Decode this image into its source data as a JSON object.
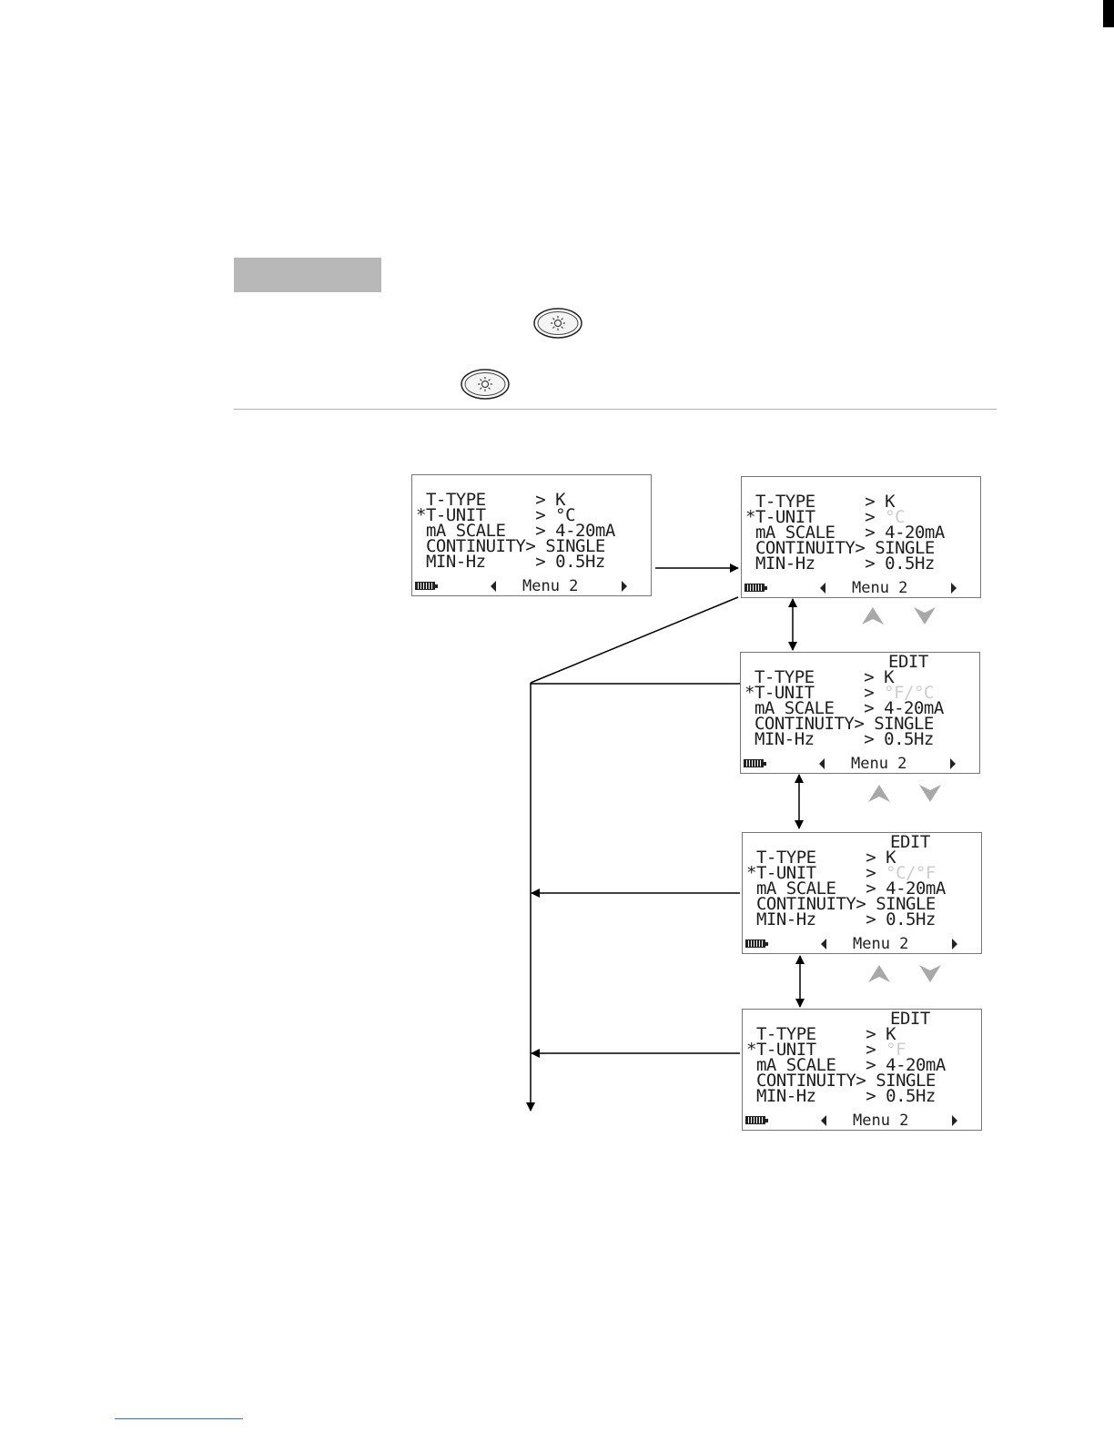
{
  "icons": {
    "backlight_key": "backlight-key-icon",
    "up": "up-arrow-icon",
    "down": "down-arrow-icon",
    "battery": "battery-icon"
  },
  "colors": {
    "lcd_text": "#1e1e1e",
    "lcd_dim": "#cccccc",
    "tab": "#b8b8b8",
    "link": "#4a6ad8"
  },
  "menu_rows": {
    "t_type": " T-TYPE     > K",
    "t_unit_label": "*T-UNIT     > ",
    "ma_scale": " mA SCALE   > 4-20mA",
    "continuity": " CONTINUITY> SINGLE",
    "min_hz": " MIN-Hz     > 0.5Hz"
  },
  "footer": {
    "menu": "Menu 2"
  },
  "edit_label": "EDIT",
  "screens": [
    {
      "unit": "°C"
    },
    {
      "unit": "°C"
    },
    {
      "unit": "°F/°C"
    },
    {
      "unit": "°C/°F"
    },
    {
      "unit": "°F"
    }
  ]
}
